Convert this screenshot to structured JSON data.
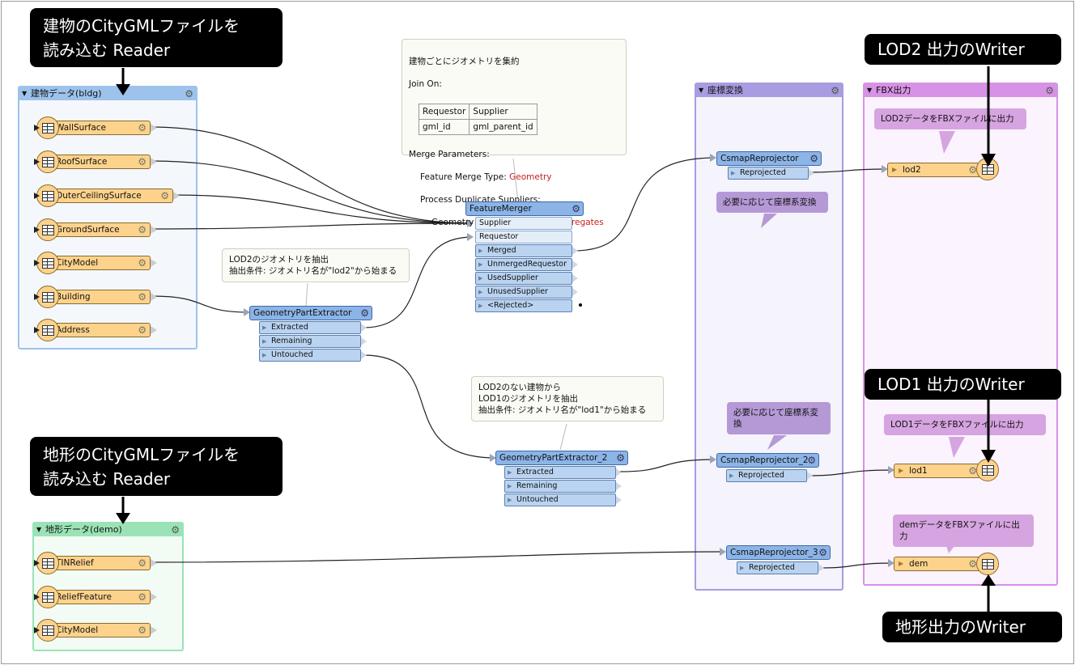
{
  "callouts": {
    "bldg_reader": "建物のCityGMLファイルを\n読み込む Reader",
    "dem_reader": "地形のCityGMLファイルを\n読み込む Reader",
    "lod2_writer": "LOD2 出力のWriter",
    "lod1_writer": "LOD1 出力のWriter",
    "dem_writer": "地形出力のWriter"
  },
  "bookmarks": {
    "bldg": "建物データ(bldg)",
    "dem": "地形データ(demo)",
    "reproj": "座標変換",
    "fbx": "FBX出力"
  },
  "readers": {
    "bldg": [
      "WallSurface",
      "RoofSurface",
      "OuterCeilingSurface",
      "GroundSurface",
      "CityModel",
      "Building",
      "Address"
    ],
    "dem": [
      "TINRelief",
      "ReliefFeature",
      "CityModel"
    ]
  },
  "annotations": {
    "merger_title": "建物ごとにジオメトリを集約",
    "join_on": "Join On:",
    "join_table": [
      [
        "Requestor",
        "Supplier"
      ],
      [
        "gml_id",
        "gml_parent_id"
      ]
    ],
    "merge_params": "Merge Parameters:",
    "merge_type_label": "Feature Merge Type:",
    "merge_type_value": "Geometry",
    "process_dup": "Process Duplicate Suppliers:",
    "geom_merge_label": "Geometry Merge Type:",
    "geom_merge_value": "Build Aggregates",
    "gpe1": "LOD2のジオメトリを抽出\n抽出条件: ジオメトリ名が\"lod2\"から始まる",
    "gpe2": "LOD2のない建物から\nLOD1のジオメトリを抽出\n抽出条件: ジオメトリ名が\"lod1\"から始まる",
    "reproj1": "必要に応じて座標系変換",
    "reproj2": "必要に応じて座標系変\n換",
    "fbx_lod2": "LOD2データをFBXファイルに出力",
    "fbx_lod1": "LOD1データをFBXファイルに出力",
    "fbx_dem": "demデータをFBXファイルに出力"
  },
  "transformers": {
    "feature_merger": {
      "title": "FeatureMerger",
      "inputs": [
        "Supplier",
        "Requestor"
      ],
      "outputs": [
        "Merged",
        "UnmergedRequestor",
        "UsedSupplier",
        "UnusedSupplier",
        "<Rejected>"
      ]
    },
    "gpe1": {
      "title": "GeometryPartExtractor",
      "outputs": [
        "Extracted",
        "Remaining",
        "Untouched"
      ]
    },
    "gpe2": {
      "title": "GeometryPartExtractor_2",
      "outputs": [
        "Extracted",
        "Remaining",
        "Untouched"
      ]
    },
    "reproj1": {
      "title": "CsmapReprojector",
      "outputs": [
        "Reprojected"
      ]
    },
    "reproj2": {
      "title": "CsmapReprojector_2",
      "outputs": [
        "Reprojected"
      ]
    },
    "reproj3": {
      "title": "CsmapReprojector_3",
      "outputs": [
        "Reprojected"
      ]
    }
  },
  "writers": [
    "lod2",
    "lod1",
    "dem"
  ],
  "colors": {
    "bldg_bookmark": "#9dc3ec",
    "dem_bookmark": "#9be3b6",
    "reproj_bookmark": "#a99ce0",
    "fbx_bookmark": "#d792e6",
    "feature_type": "#fdd38c",
    "transformer": "#8cb4e6"
  }
}
